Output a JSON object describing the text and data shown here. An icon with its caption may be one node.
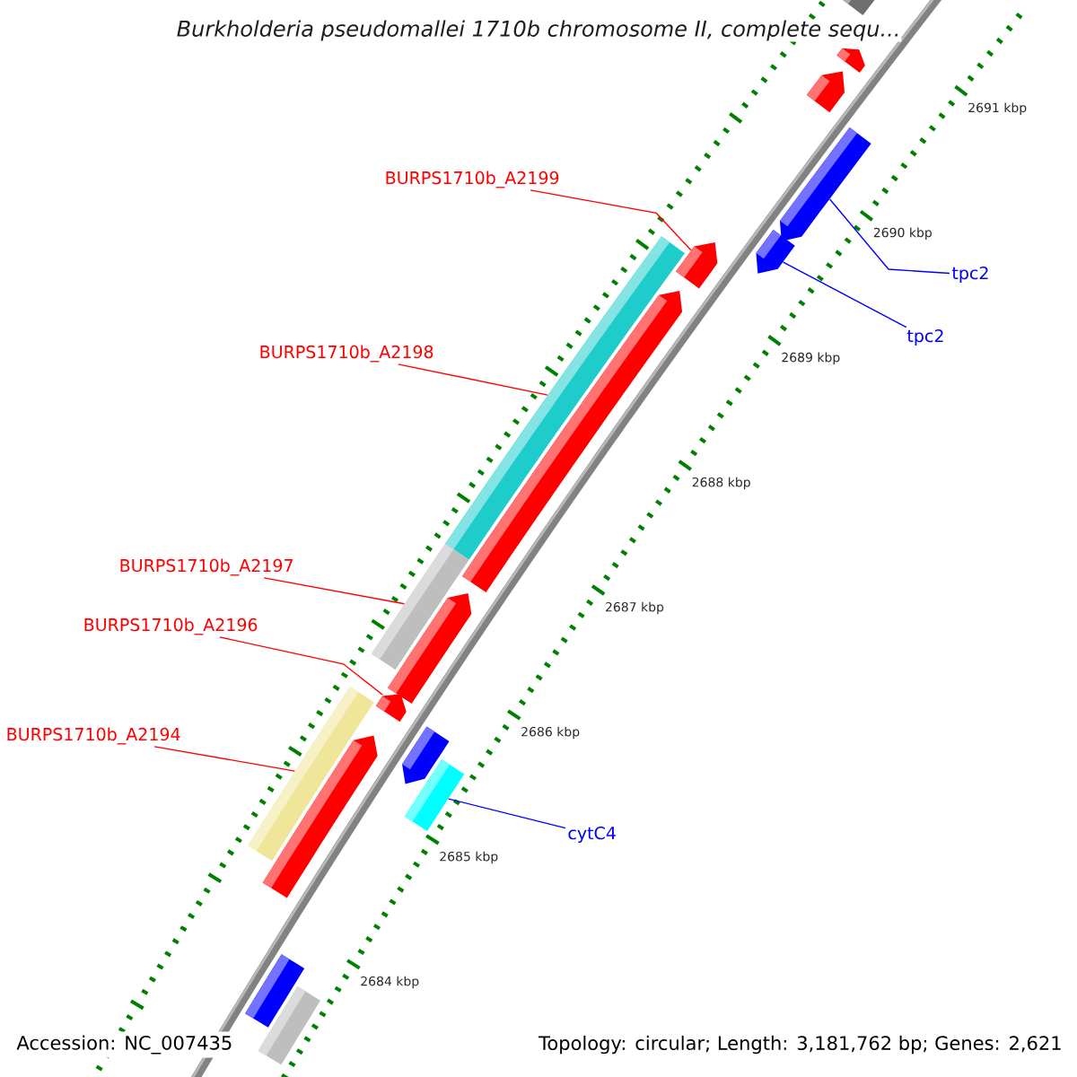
{
  "diagram": {
    "title": "Burkholderia pseudomallei 1710b chromosome II, complete sequ...",
    "nodes": [
      {
        "text": [
          "BURPS1710b_A2199"
        ]
      },
      {
        "text": [
          "tpc2"
        ]
      },
      {
        "text": [
          "tpc2"
        ]
      },
      {
        "text": [
          "BURPS1710b_A2198"
        ]
      },
      {
        "text": [
          "BURPS1710b_A2197"
        ]
      },
      {
        "text": [
          "BURPS1710b_A2196"
        ]
      },
      {
        "text": [
          "BURPS1710b_A2194"
        ]
      },
      {
        "text": [
          "cytC4"
        ]
      },
      {
        "text": [],
        "shape": "bar"
      },
      {
        "text": [],
        "shape": "arrow"
      },
      {
        "text": [],
        "shape": "arrow"
      },
      {
        "text": [],
        "shape": "arrow"
      },
      {
        "text": [],
        "shape": "arrow"
      },
      {
        "text": [],
        "shape": "arrow"
      },
      {
        "text": [],
        "shape": "bar"
      },
      {
        "text": [],
        "shape": "arrow"
      },
      {
        "text": [],
        "shape": "bar"
      },
      {
        "text": [],
        "shape": "arrow"
      },
      {
        "text": [],
        "shape": "arrow"
      },
      {
        "text": [],
        "shape": "arrow"
      },
      {
        "text": [],
        "shape": "bar"
      },
      {
        "text": [],
        "shape": "bar"
      },
      {
        "text": [],
        "shape": "arrow"
      },
      {
        "text": [],
        "shape": "arrow"
      },
      {
        "text": [],
        "shape": "bar"
      }
    ],
    "edges": [
      {
        "from": 0,
        "to": 13,
        "arrow": "none"
      },
      {
        "from": 1,
        "to": 11,
        "arrow": "none",
        "color": "#0000ff"
      },
      {
        "from": 2,
        "to": 12,
        "arrow": "none",
        "color": "#0000ff"
      },
      {
        "from": 3,
        "to": 14,
        "arrow": "none"
      },
      {
        "from": 4,
        "to": 16,
        "arrow": "none"
      },
      {
        "from": 5,
        "to": 18,
        "arrow": "none"
      },
      {
        "from": 6,
        "to": 20,
        "arrow": "none"
      },
      {
        "from": 7,
        "to": 21,
        "arrow": "none",
        "color": "#0000ff"
      }
    ],
    "labels": [
      "2691 kbp",
      "2690 kbp",
      "2689 kbp",
      "2688 kbp",
      "2687 kbp",
      "2686 kbp",
      "2685 kbp",
      "2684 kbp",
      "Accession: NC_007435",
      "Topology: circular; Length: 3,181,762 bp; Genes: 2,621"
    ]
  }
}
